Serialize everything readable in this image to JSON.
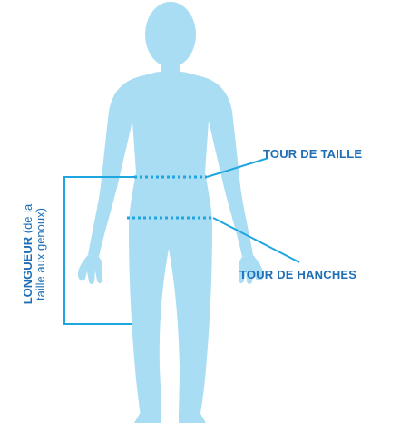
{
  "labels": {
    "waist": "TOUR DE TAILLE",
    "hips": "TOUR DE HANCHES",
    "length_strong": "LONGUEUR",
    "length_suffix": " (de la",
    "length_line2": "taille aux genoux)"
  },
  "colors": {
    "body": "#a9ddf3",
    "line": "#20a6df",
    "text": "#1f6fb6"
  }
}
